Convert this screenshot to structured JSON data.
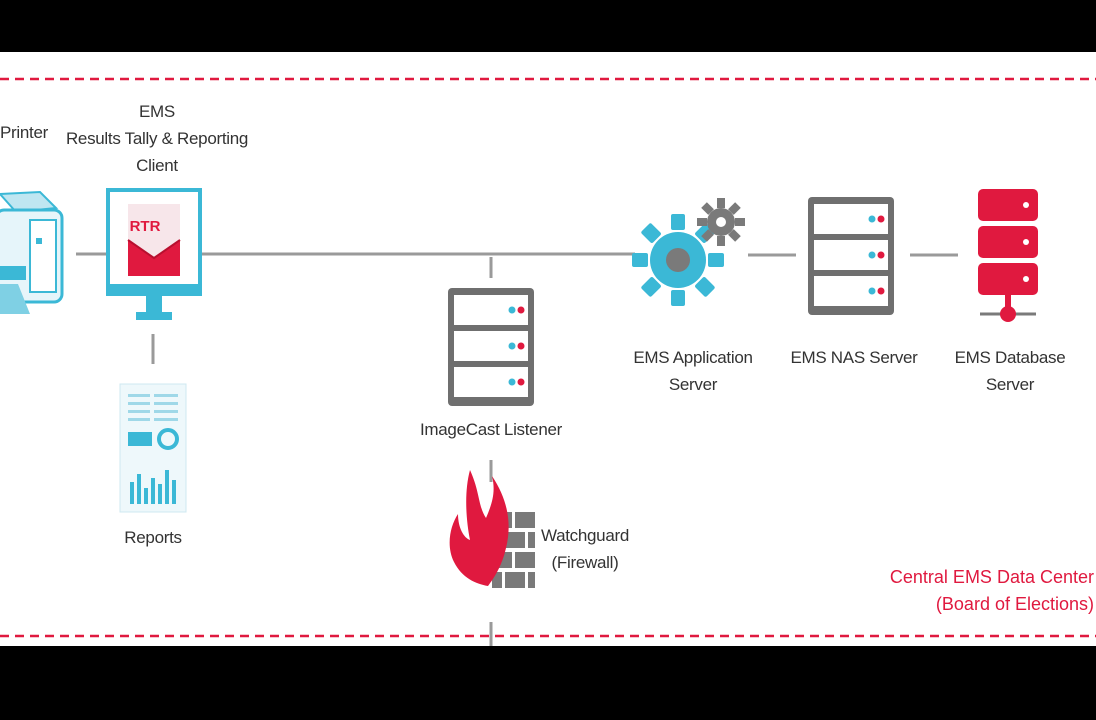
{
  "nodes": {
    "printer": {
      "label": "Printer"
    },
    "rtr_client": {
      "label_lines": [
        "EMS",
        "Results Tally & Reporting",
        "Client"
      ],
      "badge": "RTR"
    },
    "reports": {
      "label": "Reports"
    },
    "imagecast_listener": {
      "label": "ImageCast Listener"
    },
    "firewall": {
      "label_lines": [
        "Watchguard",
        "(Firewall)"
      ]
    },
    "app_server": {
      "label_lines": [
        "EMS Application",
        "Server"
      ]
    },
    "nas_server": {
      "label": "EMS NAS Server"
    },
    "db_server": {
      "label_lines": [
        "EMS Database",
        "Server"
      ]
    }
  },
  "zone": {
    "label_lines": [
      "Central EMS Data Center",
      "(Board of Elections)"
    ]
  },
  "colors": {
    "accent_red": "#e0193f",
    "cyan": "#3bb8d6",
    "gray": "#7a7a7a",
    "line": "#9a9a9a"
  },
  "icons": [
    "printer-icon",
    "monitor-icon",
    "report-icon",
    "server-icon",
    "gear-icon",
    "firewall-icon",
    "database-icon"
  ]
}
